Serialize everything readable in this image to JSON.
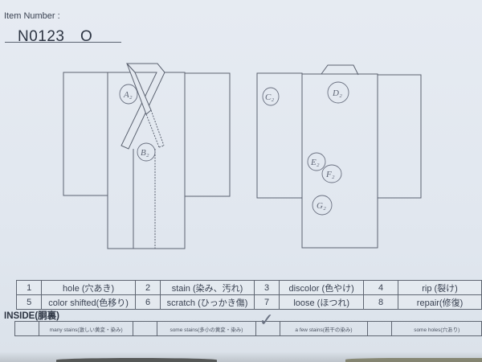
{
  "header": {
    "item_label": "Item Number :",
    "item_number": "N0123　O"
  },
  "diagram": {
    "front_markers": [
      {
        "id": "A",
        "label": "A₂"
      },
      {
        "id": "B",
        "label": "B₂"
      }
    ],
    "back_markers": [
      {
        "id": "C",
        "label": "C₂"
      },
      {
        "id": "D",
        "label": "D₂"
      },
      {
        "id": "E",
        "label": "E₂"
      },
      {
        "id": "F",
        "label": "F₂"
      },
      {
        "id": "G",
        "label": "G₂"
      }
    ]
  },
  "legend": {
    "rows": [
      [
        {
          "num": "1",
          "label": "hole (穴あき)"
        },
        {
          "num": "2",
          "label": "stain (染み、汚れ)"
        },
        {
          "num": "3",
          "label": "discolor (色やけ)"
        },
        {
          "num": "4",
          "label": "rip (裂け)"
        }
      ],
      [
        {
          "num": "5",
          "label": "color shifted(色移り)"
        },
        {
          "num": "6",
          "label": "scratch (ひっかき傷)"
        },
        {
          "num": "7",
          "label": "loose (ほつれ)"
        },
        {
          "num": "8",
          "label": "repair(修復)"
        }
      ]
    ]
  },
  "inside": {
    "title": "INSIDE(胴裏)",
    "options": [
      {
        "label": "many stains(激しい黄変・染み)",
        "checked": false
      },
      {
        "label": "some stains(多小の黄変・染み)",
        "checked": true
      },
      {
        "label": "a few stains(若干の染み)",
        "checked": false
      },
      {
        "label": "some holes(穴あり)",
        "checked": false
      }
    ],
    "check_mark": "✓"
  }
}
